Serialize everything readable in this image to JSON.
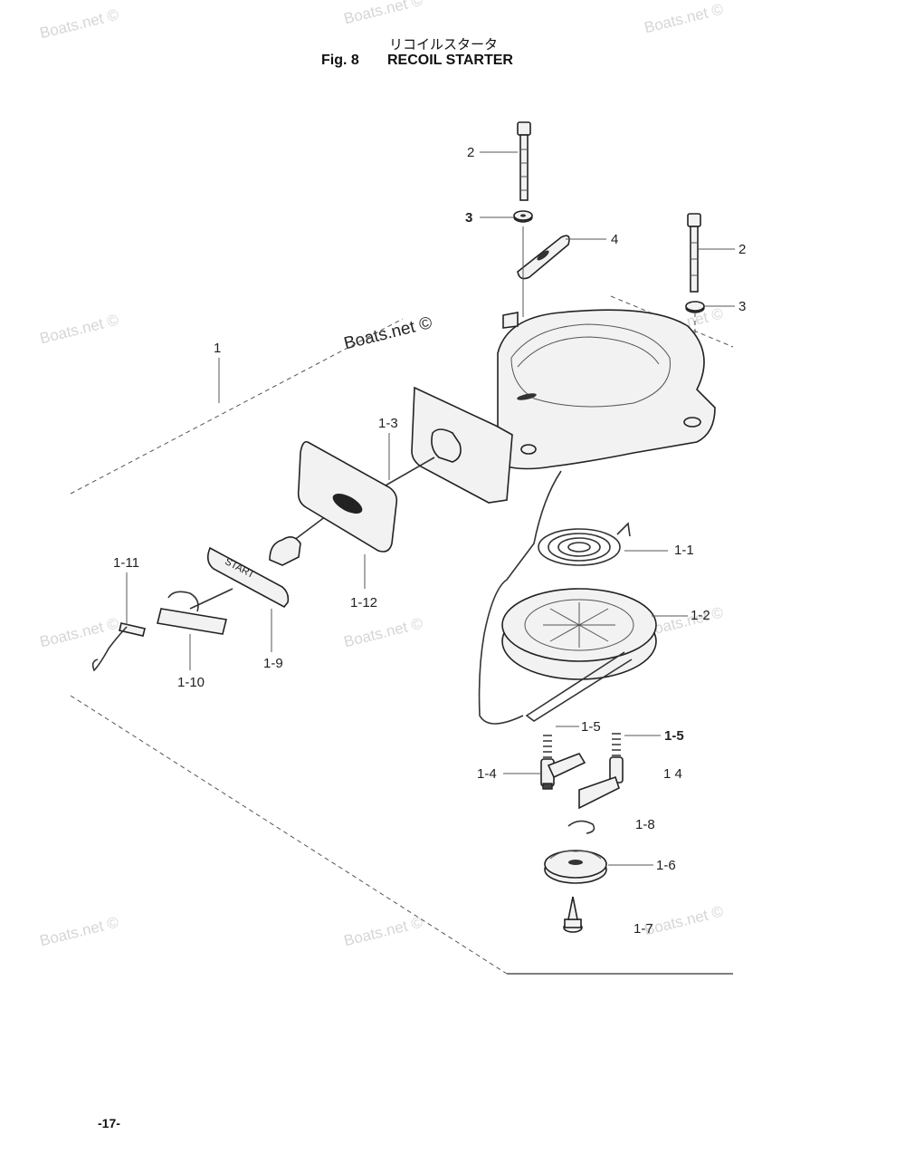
{
  "header": {
    "title_jp": "リコイルスタータ",
    "fig_label": "Fig. 8",
    "title": "RECOIL STARTER"
  },
  "watermarks": {
    "text": "Boats.net ©",
    "text_prominent": "Boats.net ©"
  },
  "callouts": {
    "c2_top": "2",
    "c3_top": "3",
    "c4": "4",
    "c2_right": "2",
    "c3_right": "3",
    "c1": "1",
    "c1_3": "1-3",
    "c1_1": "1-1",
    "c1_11": "1-11",
    "c1_2": "1-2",
    "c1_12": "1-12",
    "c1_9": "1-9",
    "c1_10": "1-10",
    "c1_5_left": "1-5",
    "c1_5_right": "1-5",
    "c1_4_left": "1-4",
    "c1_4_right": "1 4",
    "c1_8": "1-8",
    "c1_6": "1-6",
    "c1_7": "1-7"
  },
  "handle_text": "START",
  "footer": {
    "page_number": "-17-"
  }
}
